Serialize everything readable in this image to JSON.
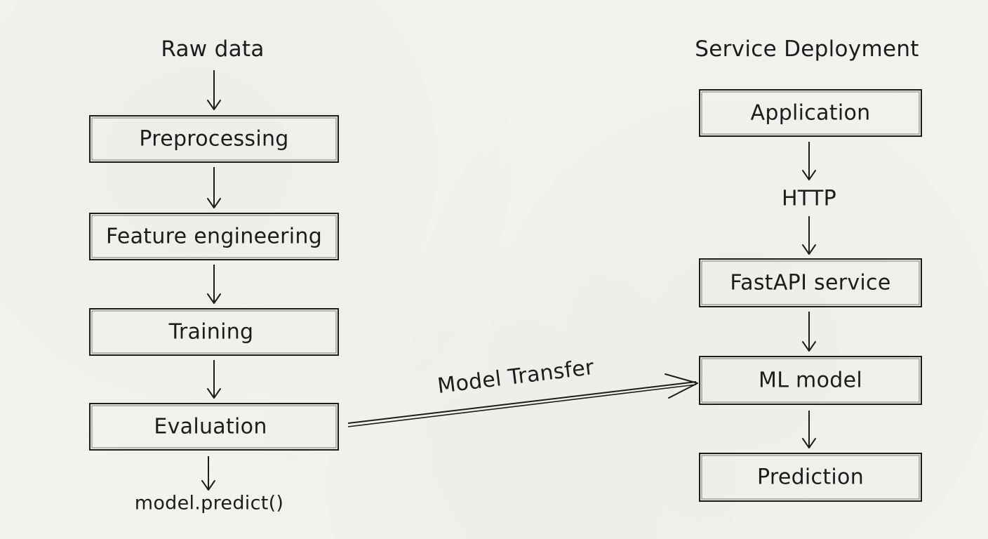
{
  "left": {
    "title": "Raw data",
    "steps": [
      "Preprocessing",
      "Feature engineering",
      "Training",
      "Evaluation"
    ],
    "output": "model.predict()"
  },
  "transfer_label": "Model Transfer",
  "right": {
    "title": "Service Deployment",
    "top_box": "Application",
    "protocol": "HTTP",
    "steps": [
      "FastAPI service",
      "ML model",
      "Prediction"
    ]
  },
  "colors": {
    "ink": "#1c1c1c",
    "paper": "#f4f2ee"
  }
}
